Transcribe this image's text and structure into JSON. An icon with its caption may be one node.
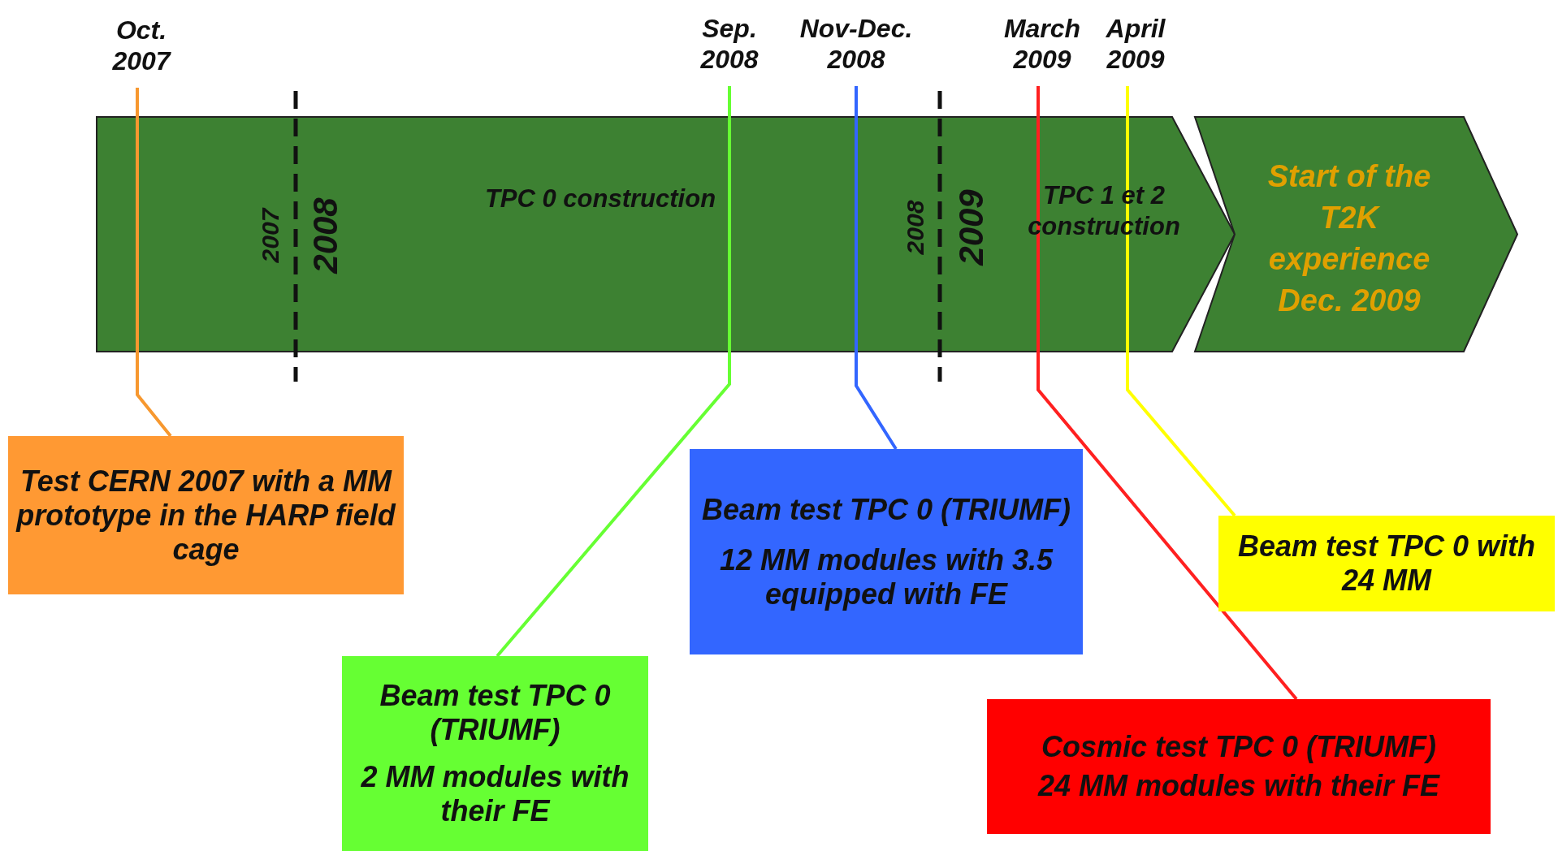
{
  "diagram": {
    "nodes": [
      {
        "text": [
          "TPC 0 construction",
          "TPC 1 et 2 construction"
        ]
      },
      {
        "text": [
          "Start of the T2K experience Dec. 2009"
        ]
      },
      {
        "text": [
          "Oct. 2007"
        ]
      },
      {
        "text": [
          "Test CERN 2007 with a MM prototype in the HARP field cage"
        ]
      },
      {
        "text": [
          "Sep. 2008"
        ]
      },
      {
        "text": [
          "Beam test TPC 0 (TRIUMF)",
          "2 MM modules with their FE"
        ]
      },
      {
        "text": [
          "Nov-Dec. 2008"
        ]
      },
      {
        "text": [
          "Beam test TPC 0 (TRIUMF)",
          "12 MM modules with 3.5 equipped with FE"
        ]
      },
      {
        "text": [
          "March 2009"
        ]
      },
      {
        "text": [
          "Cosmic test TPC 0 (TRIUMF)",
          "24 MM modules with their FE"
        ]
      },
      {
        "text": [
          "April 2009"
        ]
      },
      {
        "text": [
          "Beam test TPC 0 with 24 MM"
        ]
      }
    ],
    "edges": [
      {
        "from": 2,
        "to": 3,
        "arrow": "none",
        "color": "#f7982f"
      },
      {
        "from": 4,
        "to": 5,
        "arrow": "none",
        "color": "#66ff33"
      },
      {
        "from": 6,
        "to": 7,
        "arrow": "none",
        "color": "#3366ff"
      },
      {
        "from": 8,
        "to": 9,
        "arrow": "none",
        "color": "#ff2020"
      },
      {
        "from": 10,
        "to": 11,
        "arrow": "none",
        "color": "#ffff00"
      }
    ],
    "labels": [
      "2007",
      "2008",
      "2008",
      "2009"
    ]
  }
}
